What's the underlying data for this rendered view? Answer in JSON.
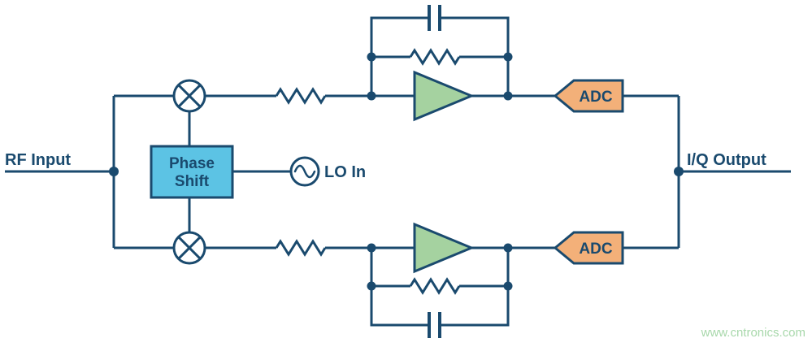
{
  "labels": {
    "rf_input": "RF Input",
    "iq_output": "I/Q Output",
    "lo_in": "LO In",
    "phase_shift_line1": "Phase",
    "phase_shift_line2": "Shift",
    "adc_top": "ADC",
    "adc_bottom": "ADC",
    "watermark": "www.cntronics.com"
  },
  "colors": {
    "line_navy": "#1a4a6e",
    "amp_fill": "#a5d2a0",
    "phase_fill": "#5cc3e4",
    "adc_fill": "#f3b079",
    "watermark": "#a8d8ab",
    "background": "#ffffff"
  }
}
